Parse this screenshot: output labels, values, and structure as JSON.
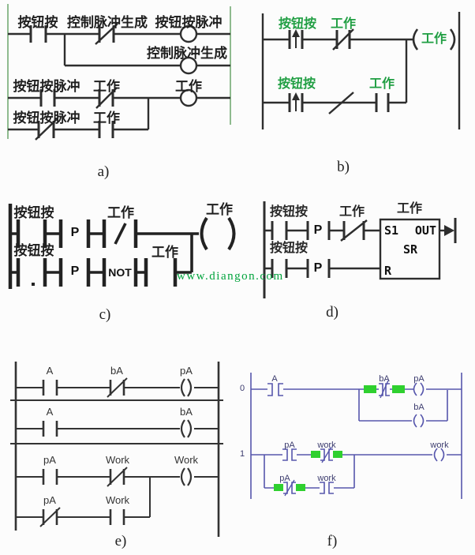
{
  "watermark": "www.diangon.com",
  "colors": {
    "line_black": "#2e2e2e",
    "rail_green": "#8fbb8f",
    "label_green": "#1f9e42",
    "watermark_green": "#00a33c",
    "ladder_blue": "#5656ac",
    "label_blue": "#3c3c6e",
    "highlight_green": "#2fd02f"
  },
  "panels": {
    "a": {
      "caption": "a)",
      "row1_contact1": "按钮按",
      "row1_contact2": "控制脉冲生成",
      "row1_coil": "按钮按脉冲",
      "row2_coil": "控制脉冲生成",
      "row3_contact1": "按钮按脉冲",
      "row3_contact2": "工作",
      "row3_coil": "工作",
      "row4_contact1": "按钮按脉冲",
      "row4_contact2": "工作"
    },
    "b": {
      "caption": "b)",
      "row1_contact1": "按钮按",
      "row1_contact2": "工作",
      "coil": "工作",
      "row2_contact1": "按钮按",
      "row2_contact2": "工作"
    },
    "c": {
      "caption": "c)",
      "row1_contact1": "按钮按",
      "p": "P",
      "row1_nc": "工作",
      "coil": "工作",
      "row2_contact1": "按钮按",
      "not": "NOT",
      "row2_contact4": "工作"
    },
    "d": {
      "caption": "d)",
      "row1_contact1": "按钮按",
      "p": "P",
      "row1_nc": "工作",
      "box_title": "工作",
      "box_s1": "S1",
      "box_out": "OUT",
      "box_sr": "SR",
      "box_r": "R",
      "row2_contact1": "按钮按"
    },
    "e": {
      "caption": "e)",
      "rung1_contact": "A",
      "rung1_nc": "bA",
      "rung1_coil": "pA",
      "rung2_contact": "A",
      "rung2_coil": "bA",
      "rung3_contact": "pA",
      "rung3_nc": "Work",
      "rung3_coil": "Work",
      "branch_contact": "pA",
      "branch_contact2": "Work"
    },
    "f": {
      "caption": "f)",
      "rung0_number": "0",
      "rung1_number": "1",
      "rung0_contact": "A",
      "rung0_nc": "bA",
      "rung0_coil": "pA",
      "rung0_coil2": "bA",
      "rung1_contact": "pA",
      "rung1_nc": "work",
      "rung1_coil": "work",
      "branch_nc": "pA",
      "branch_contact": "work"
    }
  }
}
